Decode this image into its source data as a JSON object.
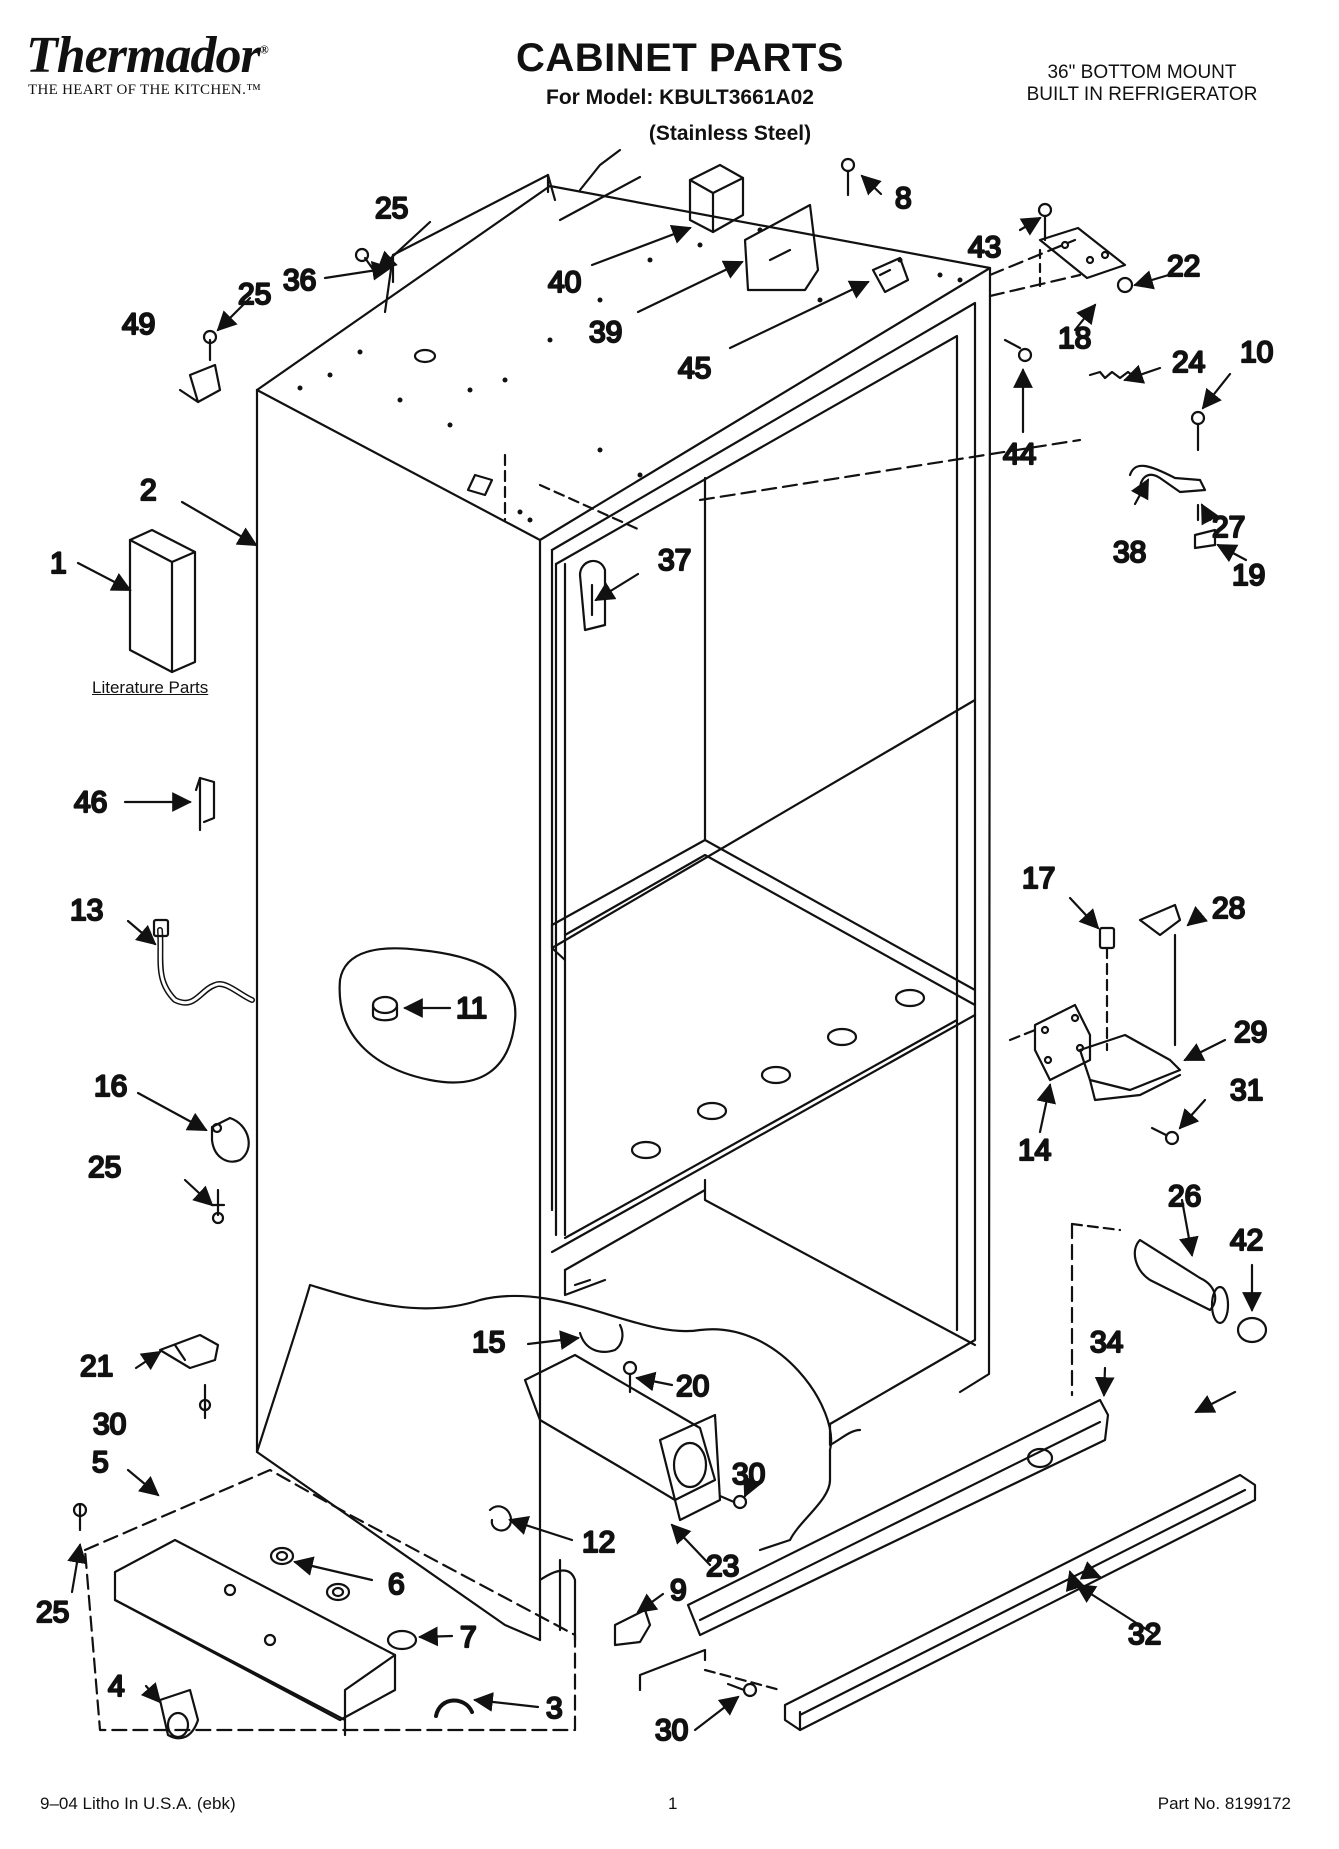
{
  "header": {
    "brand": "Thermador",
    "brand_mark": "®",
    "tagline": "THE HEART OF THE KITCHEN.™",
    "title": "CABINET PARTS",
    "model": "For Model: KBULT3661A02",
    "variant": "(Stainless Steel)",
    "product_line1": "36\" BOTTOM MOUNT",
    "product_line2": "BUILT IN REFRIGERATOR"
  },
  "literature_label": "Literature Parts",
  "callouts": [
    "1",
    "2",
    "3",
    "4",
    "5",
    "6",
    "7",
    "8",
    "9",
    "10",
    "11",
    "12",
    "13",
    "14",
    "15",
    "16",
    "17",
    "18",
    "19",
    "20",
    "21",
    "22",
    "23",
    "24",
    "25",
    "26",
    "27",
    "28",
    "29",
    "30",
    "31",
    "32",
    "34",
    "36",
    "37",
    "38",
    "39",
    "40",
    "42",
    "43",
    "44",
    "45",
    "46",
    "49"
  ],
  "footer": {
    "litho": "9–04 Litho In U.S.A. (ebk)",
    "page": "1",
    "part_no": "Part No. 8199172"
  }
}
